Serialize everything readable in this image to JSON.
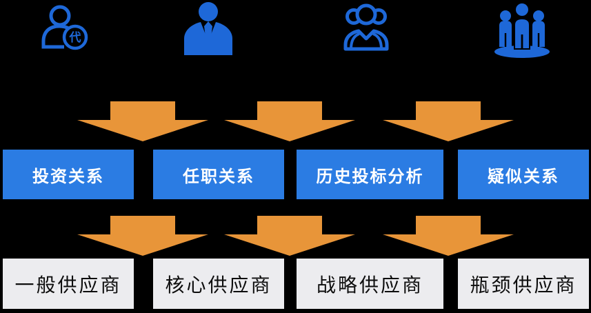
{
  "diagram": {
    "title": "supplier-relationship-classification-flow",
    "columns": [
      {
        "icon": "agent-person-icon",
        "icon_badge": "代",
        "relation": "投资关系",
        "supplier": "一般供应商"
      },
      {
        "icon": "businessman-icon",
        "relation": "任职关系",
        "supplier": "核心供应商"
      },
      {
        "icon": "member-person-icon",
        "relation": "历史投标分析",
        "supplier": "战略供应商"
      },
      {
        "icon": "people-group-icon",
        "relation": "疑似关系",
        "supplier": "瓶颈供应商"
      }
    ],
    "colors": {
      "background": "#000000",
      "icon_blue": "#1E68D8",
      "relation_box_blue": "#2B7CE3",
      "relation_text": "#FFFFFF",
      "arrow_orange": "#E89539",
      "supplier_box_gray": "#ECECEF",
      "supplier_text": "#0D0D0D"
    }
  }
}
